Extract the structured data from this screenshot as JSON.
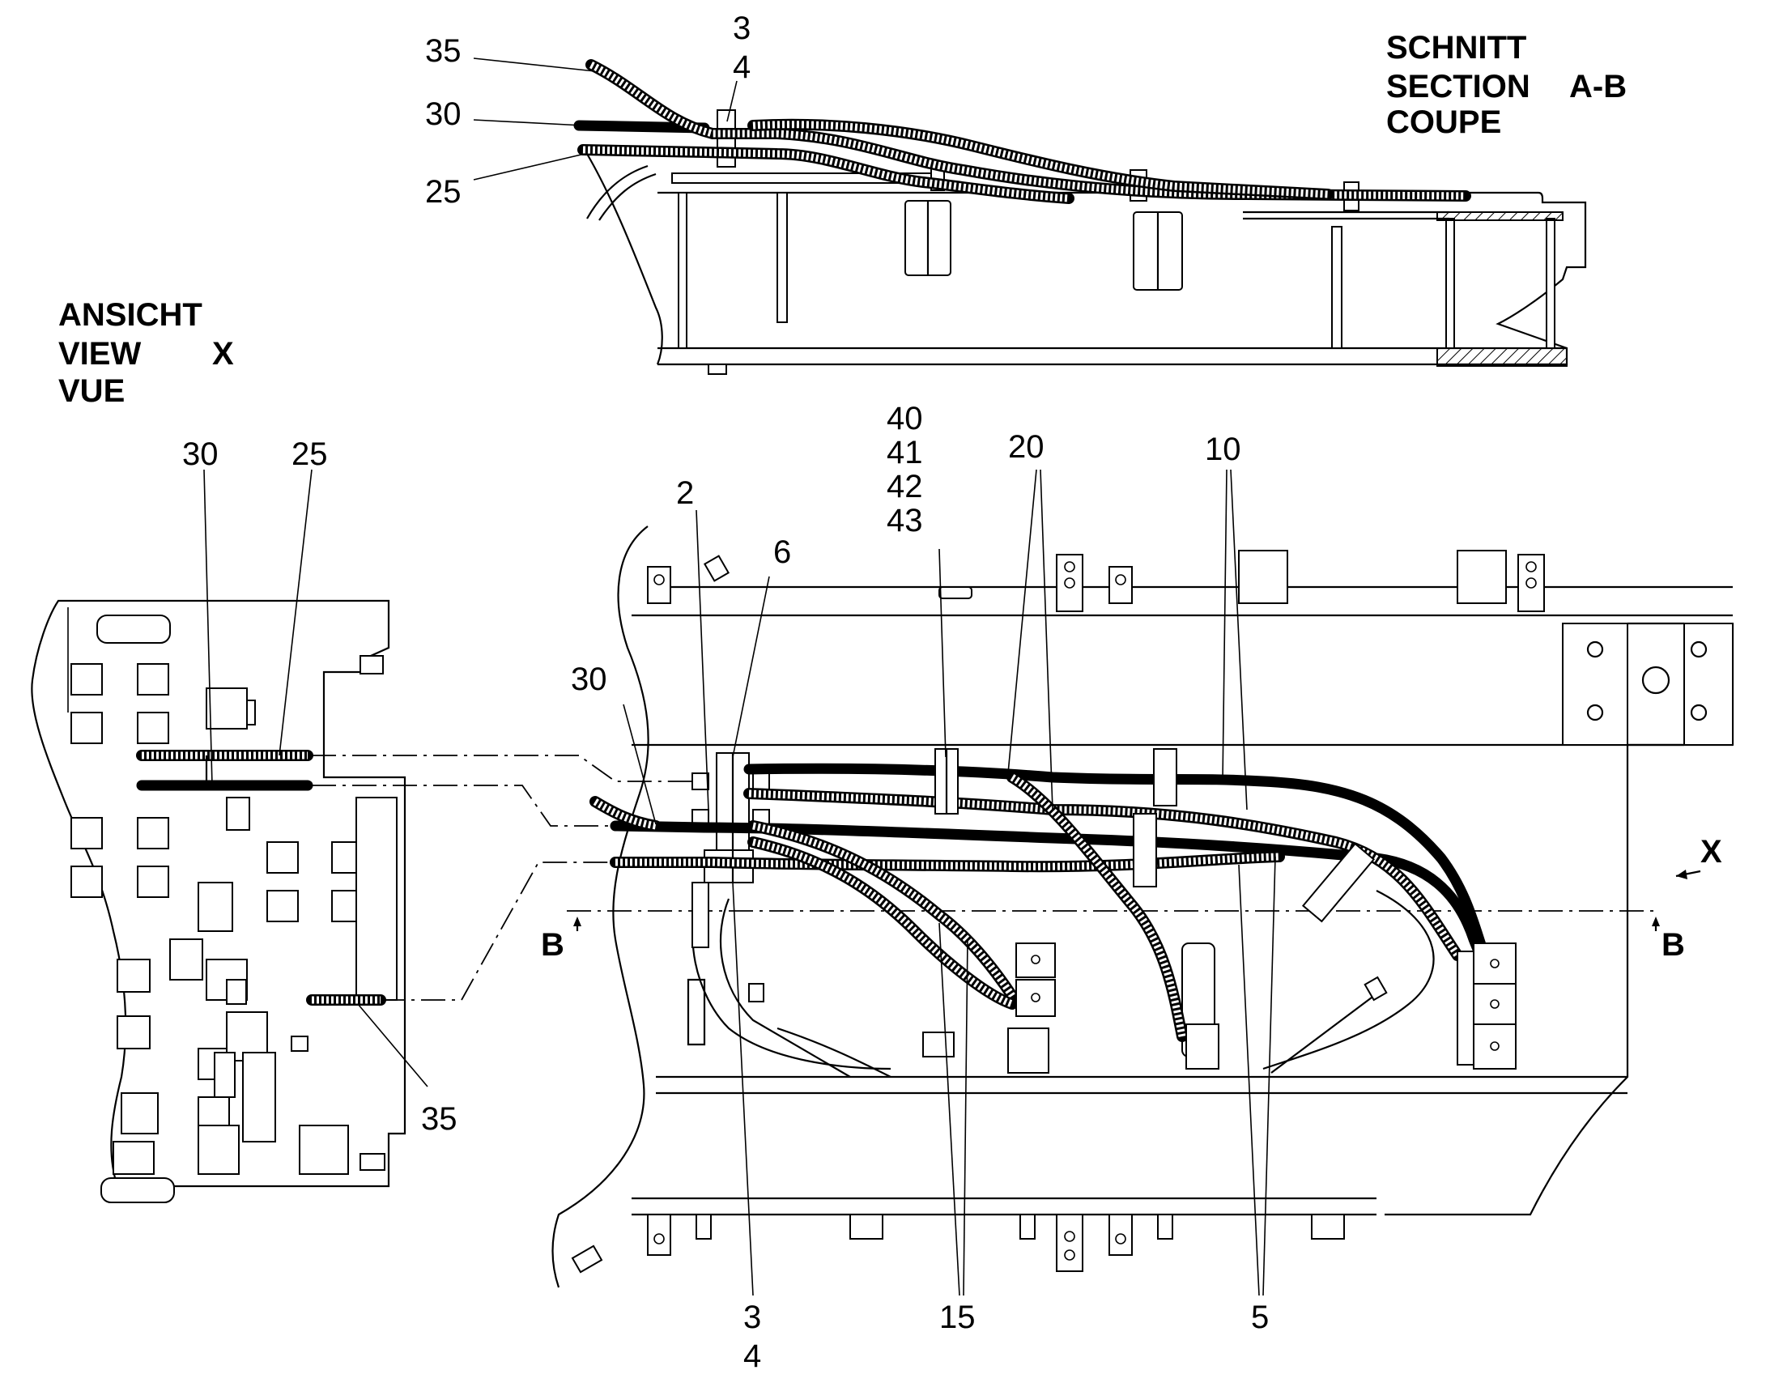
{
  "titles": {
    "section": [
      "SCHNITT",
      "SECTION",
      "COUPE"
    ],
    "section_ref": "A-B",
    "view": [
      "ANSICHT",
      "VIEW",
      "VUE"
    ],
    "view_ref": "X"
  },
  "markers": {
    "section_left": "B",
    "section_right": "B",
    "view_arrow": "X"
  },
  "callouts": {
    "section": {
      "c35": "35",
      "c30": "30",
      "c25": "25",
      "c3": "3",
      "c4": "4"
    },
    "view": {
      "c30": "30",
      "c25": "25",
      "c35": "35"
    },
    "main": {
      "c2": "2",
      "c6": "6",
      "c30": "30",
      "c40": "40",
      "c41": "41",
      "c42": "42",
      "c43": "43",
      "c20": "20",
      "c10": "10",
      "c3": "3",
      "c4": "4",
      "c15": "15",
      "c5": "5"
    }
  }
}
